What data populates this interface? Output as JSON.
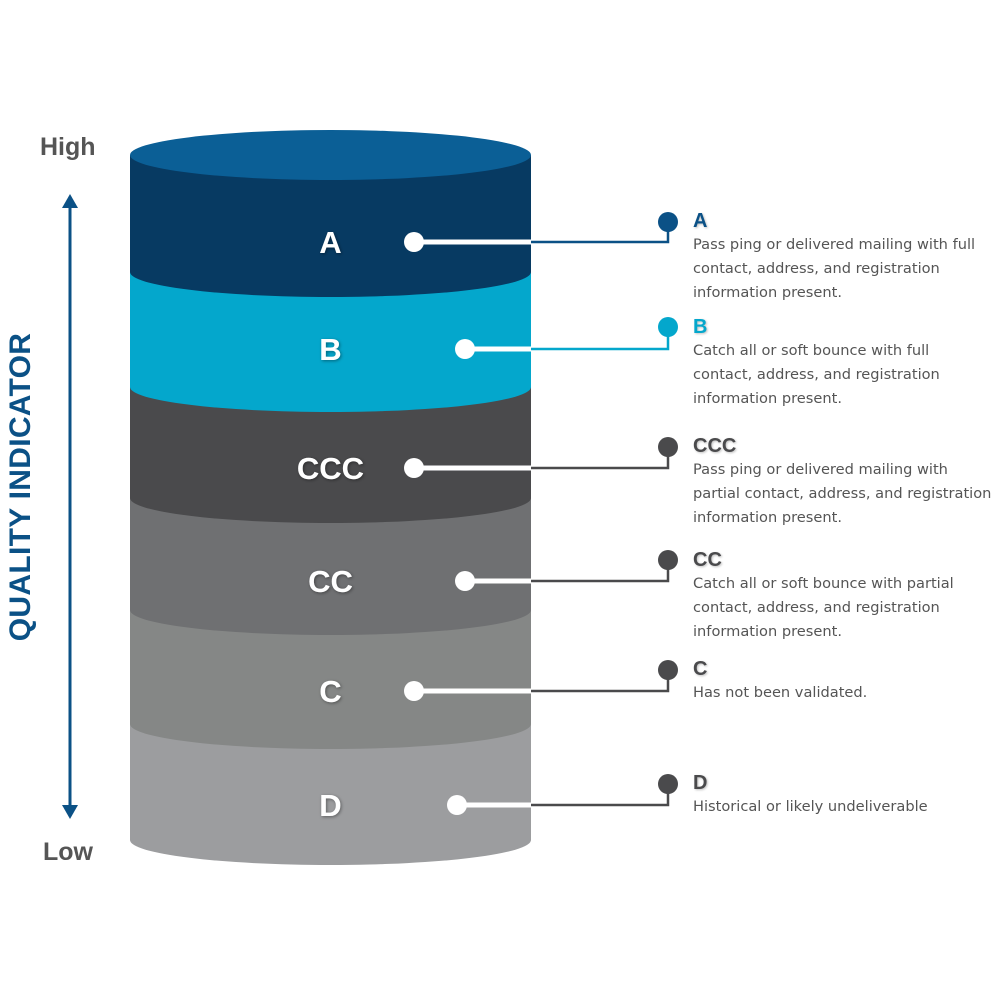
{
  "axis": {
    "high_label": "High",
    "low_label": "Low",
    "title": "QUALITY INDICATOR",
    "color": "#0b5186"
  },
  "tiers": [
    {
      "label": "A",
      "color": "#073a62",
      "accent": "#0b5186",
      "description": "Pass ping or delivered mailing with full\ncontact, address, and registration\ninformation present."
    },
    {
      "label": "B",
      "color": "#04a7cc",
      "accent": "#04a7cc",
      "description": "Catch all or soft bounce with full\ncontact, address, and registration\ninformation present."
    },
    {
      "label": "CCC",
      "color": "#4a4a4c",
      "accent": "#4a4a4c",
      "description": "Pass ping or delivered mailing with\npartial contact, address, and registration\ninformation present."
    },
    {
      "label": "CC",
      "color": "#6f7072",
      "accent": "#4a4a4c",
      "description": "Catch all or soft bounce with partial\ncontact, address, and registration\ninformation present."
    },
    {
      "label": "C",
      "color": "#858786",
      "accent": "#4a4a4c",
      "description": " Has not been validated."
    },
    {
      "label": "D",
      "color": "#9c9d9f",
      "accent": "#4a4a4c",
      "description": "Historical or likely undeliverable"
    }
  ],
  "top_cap_color": "#0b5f96"
}
